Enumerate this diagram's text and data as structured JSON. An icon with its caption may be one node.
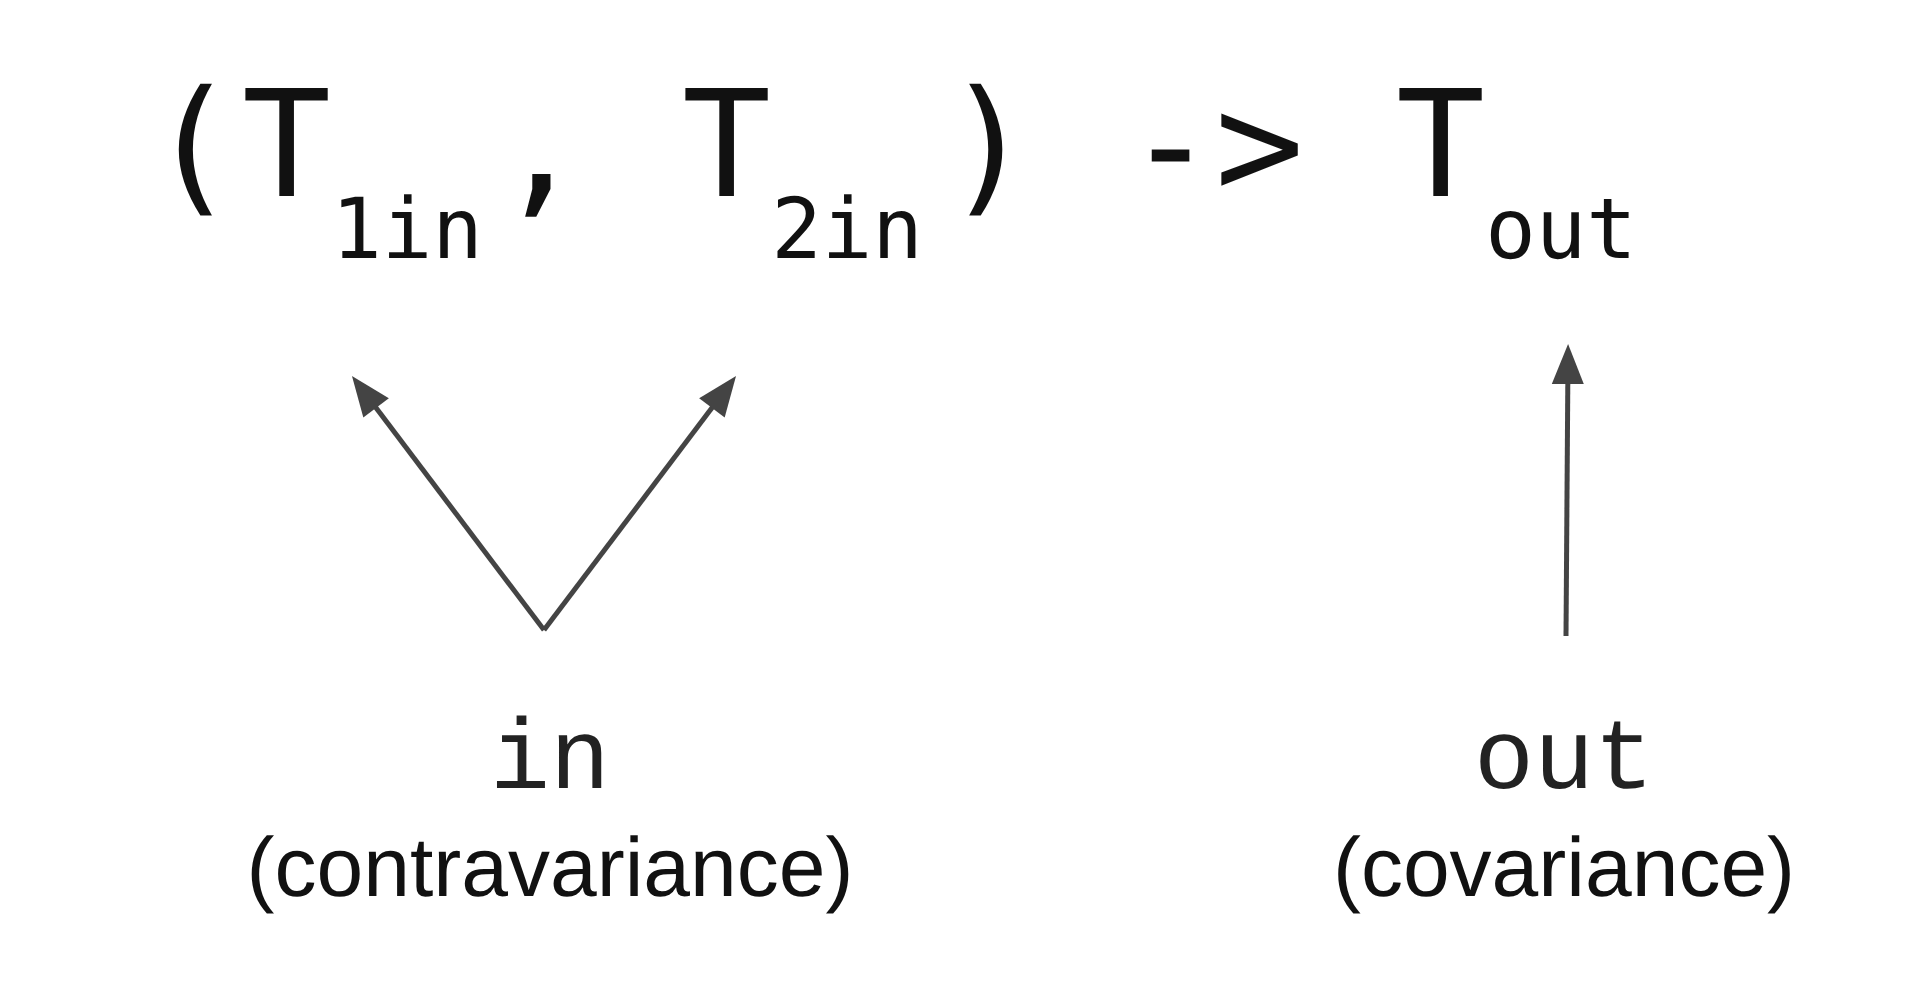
{
  "diagram": {
    "nodes": [
      {
        "text": [
          "T$_{1in}$"
        ]
      },
      {
        "text": [
          "T$_{2in}$"
        ]
      },
      {
        "text": [
          "T$_{out}$"
        ]
      },
      {
        "text": [
          "in",
          "(contravariance)"
        ]
      },
      {
        "text": [
          "out",
          "(covariance)"
        ]
      }
    ],
    "edges": [
      {
        "from": 3,
        "to": 0,
        "arrow": "to"
      },
      {
        "from": 3,
        "to": 1,
        "arrow": "to"
      },
      {
        "from": 4,
        "to": 2,
        "arrow": "to"
      }
    ],
    "labels": [
      "(",
      ",",
      ")",
      "->"
    ]
  }
}
